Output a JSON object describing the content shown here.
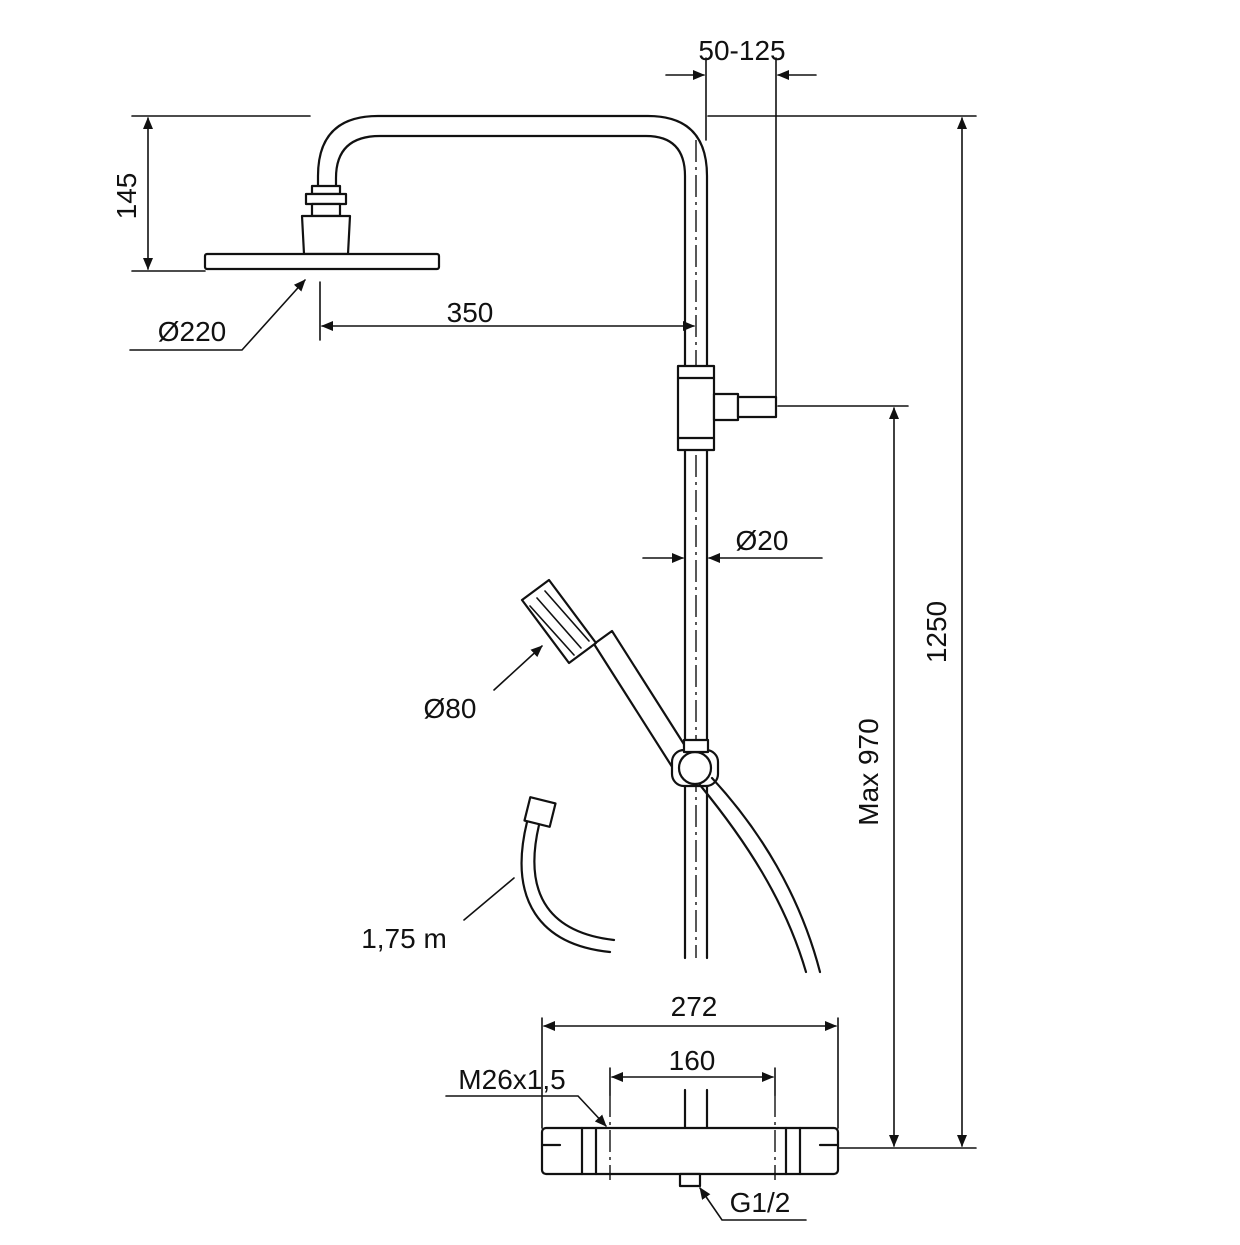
{
  "diagram": {
    "dimensions": {
      "arm_drop": "145",
      "head_diameter": "Ø220",
      "arm_reach": "350",
      "wall_offset": "50-125",
      "total_height": "1250",
      "max_height": "Max 970",
      "rail_diameter": "Ø20",
      "handshower_diameter": "Ø80",
      "hose_length": "1,75 m",
      "mixer_width": "272",
      "inlet_spacing": "160",
      "thread": "M26x1,5",
      "outlet_thread": "G1/2"
    },
    "colors": {
      "line": "#111111",
      "background": "#ffffff"
    }
  }
}
